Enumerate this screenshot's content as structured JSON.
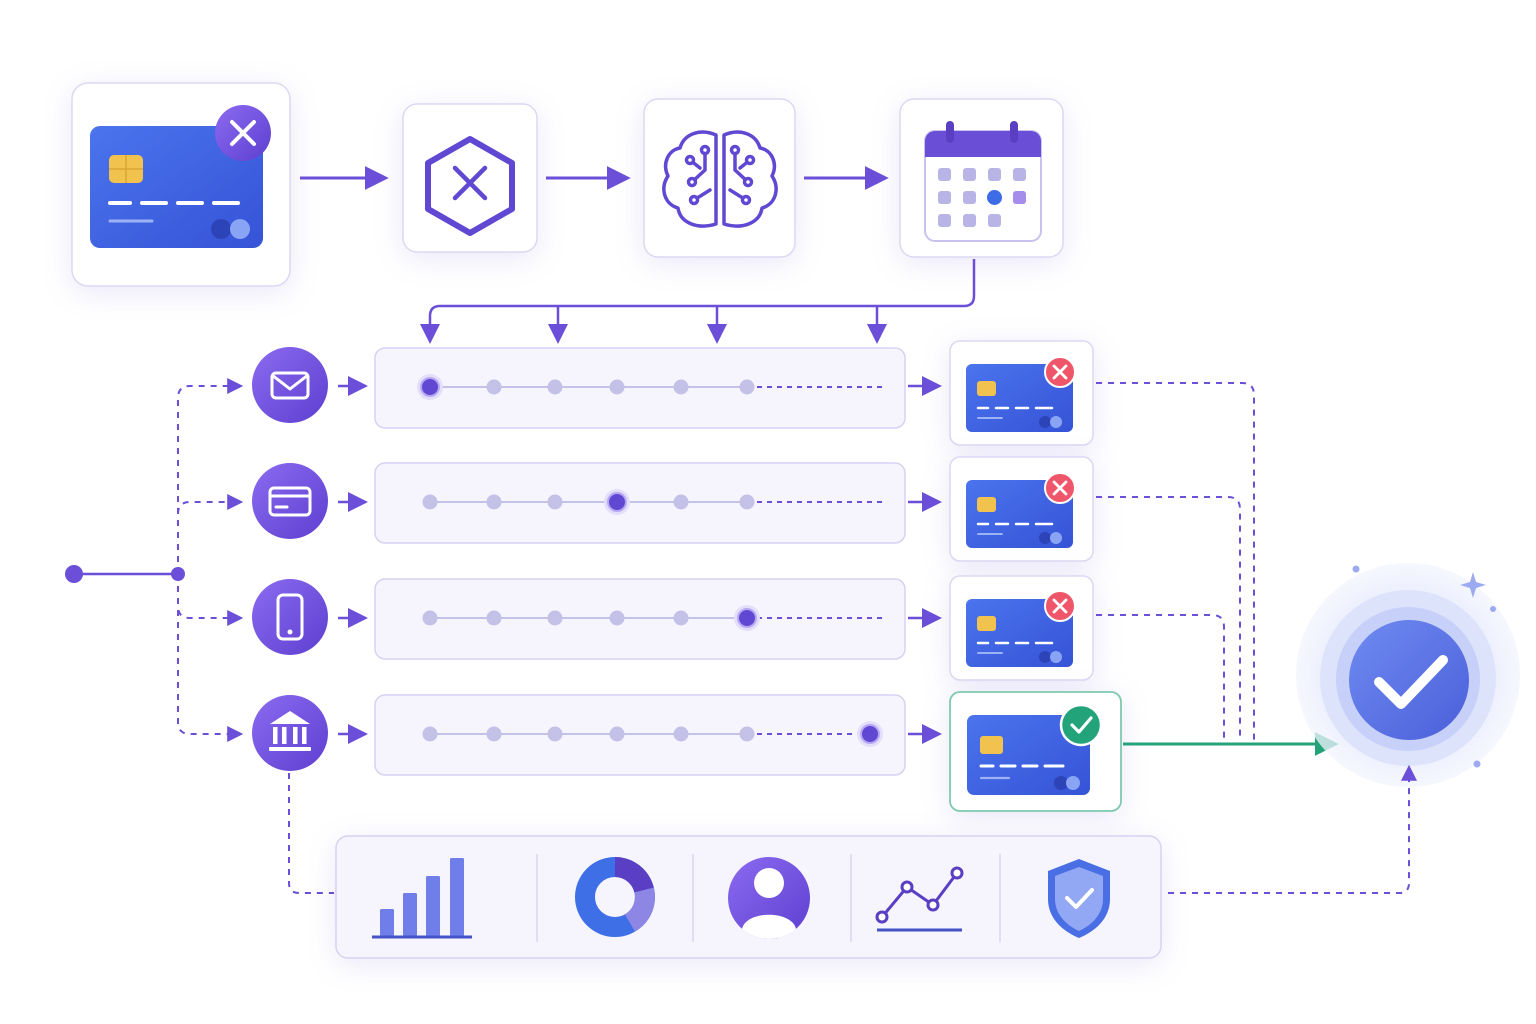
{
  "theme": {
    "accent": "#6B4FD8",
    "accent_light": "#8E7BEA",
    "card_blue": "#3F63E0",
    "chip_gold": "#F2C24E",
    "fail_red": "#F0566A",
    "success_green": "#22A37A",
    "panel_border": "#D7D2F3",
    "panel_fill": "#F6F5FD"
  },
  "pipeline": {
    "stages": [
      {
        "name": "declined-card",
        "icon": "declined-card-icon"
      },
      {
        "name": "decline-reason",
        "icon": "hexagon-x-icon"
      },
      {
        "name": "ai-analysis",
        "icon": "ai-brain-icon"
      },
      {
        "name": "retry-schedule",
        "icon": "calendar-icon"
      }
    ]
  },
  "channels": [
    {
      "name": "email",
      "icon": "mail-icon",
      "active_step": 0,
      "result": "failed"
    },
    {
      "name": "card-update",
      "icon": "credit-card-icon",
      "active_step": 3,
      "result": "failed"
    },
    {
      "name": "sms",
      "icon": "phone-icon",
      "active_step": 5,
      "result": "failed"
    },
    {
      "name": "bank",
      "icon": "bank-icon",
      "active_step": 7,
      "result": "success"
    }
  ],
  "timeline": {
    "solid_steps": 6,
    "total_steps": 7
  },
  "analytics": {
    "items": [
      {
        "name": "bar-chart",
        "icon": "bar-chart-icon"
      },
      {
        "name": "donut-chart",
        "icon": "donut-chart-icon"
      },
      {
        "name": "customer",
        "icon": "user-avatar-icon"
      },
      {
        "name": "trend",
        "icon": "trend-line-icon"
      },
      {
        "name": "security",
        "icon": "shield-check-icon"
      }
    ]
  },
  "outcome": {
    "icon": "success-check-icon",
    "status": "recovered"
  }
}
